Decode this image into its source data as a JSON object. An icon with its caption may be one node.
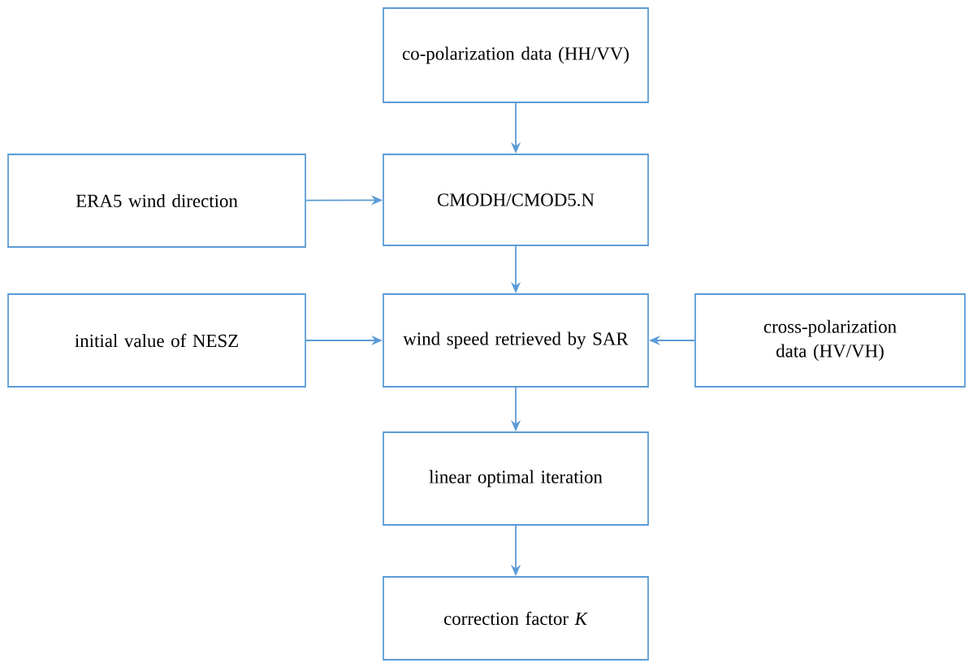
{
  "diagram": {
    "nodes": [
      {
        "text": [
          "co-polarization data (HH/VV)"
        ]
      },
      {
        "text": [
          "ERA5 wind direction"
        ]
      },
      {
        "text": [
          "CMODH/CMOD5.N"
        ]
      },
      {
        "text": [
          "initial value of NESZ"
        ]
      },
      {
        "text": [
          "wind speed retrieved by SAR"
        ]
      },
      {
        "text": [
          "cross-polarization data (HV/VH)"
        ]
      },
      {
        "text": [
          "linear optimal iteration"
        ]
      },
      {
        "text": [
          "correction factor *K*"
        ]
      }
    ],
    "edges": [
      {
        "from": 0,
        "to": 2,
        "arrow": "to"
      },
      {
        "from": 1,
        "to": 2,
        "arrow": "to"
      },
      {
        "from": 2,
        "to": 4,
        "arrow": "to"
      },
      {
        "from": 3,
        "to": 4,
        "arrow": "to"
      },
      {
        "from": 5,
        "to": 4,
        "arrow": "to"
      },
      {
        "from": 4,
        "to": 6,
        "arrow": "to"
      },
      {
        "from": 6,
        "to": 7,
        "arrow": "to"
      }
    ]
  }
}
